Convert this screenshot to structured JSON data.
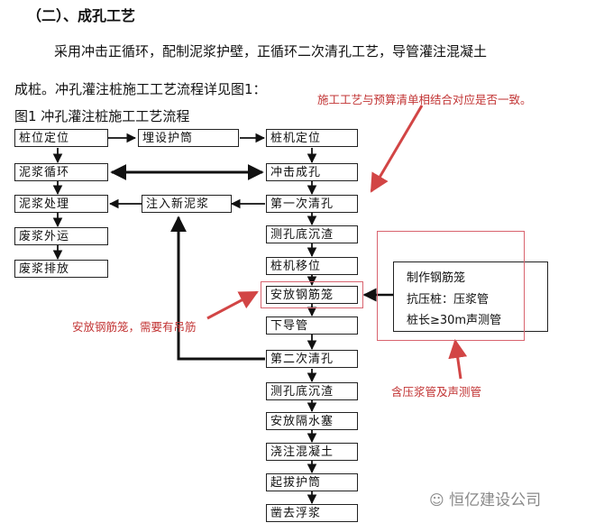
{
  "heading": "（二）、成孔工艺",
  "paragraph": {
    "line1": "采用冲击正循环，配制泥浆护壁，正循环二次清孔工艺，导管灌注混凝土",
    "line2": "成桩。冲孔灌注桩施工工艺流程详见图1："
  },
  "figure_title": "图1  冲孔灌注桩施工工艺流程",
  "flow": {
    "left": [
      "桩位定位",
      "泥浆循环",
      "泥浆处理",
      "废浆外运",
      "废浆排放"
    ],
    "middle": [
      "埋设护筒",
      "注入新泥浆"
    ],
    "main": [
      "桩机定位",
      "冲击成孔",
      "第一次清孔",
      "测孔底沉渣",
      "桩机移位",
      "安放钢筋笼",
      "下导管",
      "第二次清孔",
      "测孔底沉渣",
      "安放隔水塞",
      "浇注混凝土",
      "起拔护筒",
      "凿去浮浆"
    ]
  },
  "side_box": {
    "line1": "制作钢筋笼",
    "line2": "抗压桩：压浆管",
    "line3": "桩长≥30m声测管"
  },
  "annotations": {
    "top": "施工工艺与预算清单相结合对应是否一致。",
    "left": "安放钢筋笼，需要有吊筋",
    "bottom": "含压浆管及声测管"
  },
  "watermark": "恒亿建设公司",
  "colors": {
    "annotation": "#c23434",
    "annotation_frame": "#d9646f",
    "watermark": "#888888"
  }
}
